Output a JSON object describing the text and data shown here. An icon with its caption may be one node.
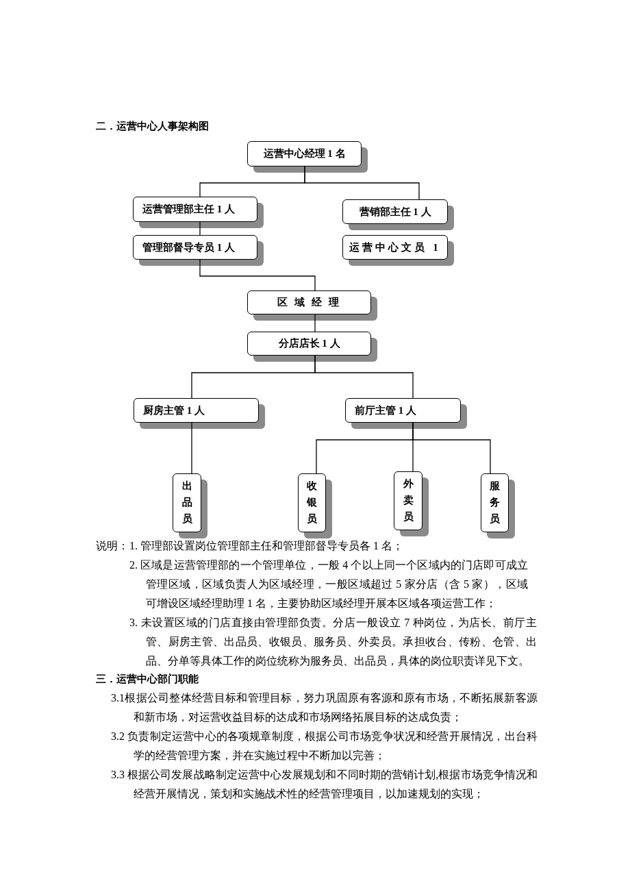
{
  "diagram": {
    "title": "二．运营中心人事架构图",
    "nodes": [
      {
        "text": [
          "运营中心经理 1 名"
        ]
      },
      {
        "text": [
          "运营管理部主任 1 人"
        ]
      },
      {
        "text": [
          "营销部主任 1 人"
        ]
      },
      {
        "text": [
          "管理部督导专员 1 人"
        ]
      },
      {
        "text": [
          "运营中心文员 1"
        ]
      },
      {
        "text": [
          "区 域 经 理"
        ]
      },
      {
        "text": [
          "分店店长 1 人"
        ]
      },
      {
        "text": [
          "厨房主管 1 人"
        ]
      },
      {
        "text": [
          "前厅主管 1 人"
        ]
      },
      {
        "text": [
          "出品员"
        ]
      },
      {
        "text": [
          "收银员"
        ]
      },
      {
        "text": [
          "外卖员"
        ]
      },
      {
        "text": [
          "服务员"
        ]
      }
    ],
    "edges": [
      {
        "from": 0,
        "to": 1,
        "arrow": "none"
      },
      {
        "from": 0,
        "to": 2,
        "arrow": "none"
      },
      {
        "from": 1,
        "to": 3,
        "arrow": "none"
      },
      {
        "from": 3,
        "to": 5,
        "arrow": "none"
      },
      {
        "from": 5,
        "to": 6,
        "arrow": "none"
      },
      {
        "from": 6,
        "to": 7,
        "arrow": "none"
      },
      {
        "from": 6,
        "to": 8,
        "arrow": "none"
      },
      {
        "from": 7,
        "to": 9,
        "arrow": "none"
      },
      {
        "from": 8,
        "to": 10,
        "arrow": "none"
      },
      {
        "from": 8,
        "to": 11,
        "arrow": "none"
      },
      {
        "from": 8,
        "to": 12,
        "arrow": "none"
      }
    ],
    "labels": [
      "说明：",
      "1. 管理部设置岗位管理部主任和管理部督导专员各 1 名；",
      "2. 区域是运营管理部的一个管理单位，一般 4 个以上同一个区域内的门店即可成立管理区域，区域负责人为区域经理，一般区域超过 5 家分店（含 5 家），区域可增设区域经理助理 1 名，主要协助区域经理开展本区域各项运营工作；",
      "3. 未设置区域的门店直接由管理部负责。分店一般设立 7 种岗位，为店长、前厅主管、厨房主管、出品员、收银员、服务员、外卖员。承担收台、传粉、仓管、出品、分单等具体工作的岗位统称为服务员、出品员，具体的岗位职责详见下文。",
      "三．运营中心部门职能",
      "3.1根据公司整体经营目标和管理目标，努力巩固原有客源和原有市场，不断拓展新客源和新市场，对运营收益目标的达成和市场网络拓展目标的达成负责；",
      "3.2 负责制定运营中心的各项规章制度，根据公司市场竞争状况和经营开展情况，出台科学的经营管理方案，并在实施过程中不断加以完善；",
      "3.3 根据公司发展战略制定运营中心发展规划和不同时期的营销计划,根据市场竞争情况和经营开展情况，策划和实施战术性的经营管理项目，以加速规划的实现；"
    ]
  }
}
